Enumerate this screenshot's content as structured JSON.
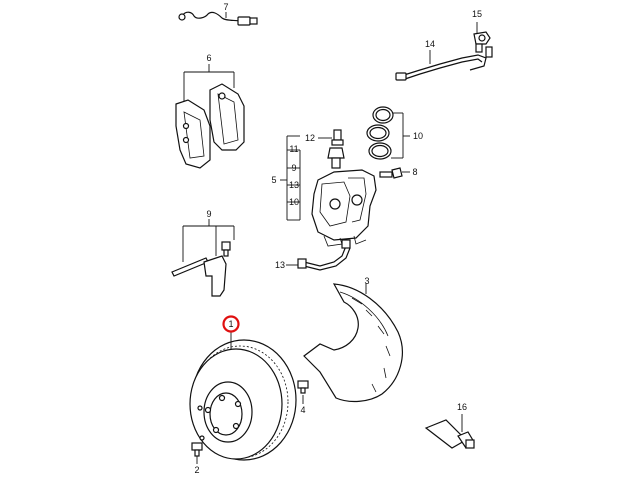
{
  "callouts": {
    "c1": "1",
    "c2": "2",
    "c3": "3",
    "c4": "4",
    "c5": "5",
    "c6": "6",
    "c7": "7",
    "c8": "8",
    "c9a": "9",
    "c9b": "9",
    "c10a": "10",
    "c10b": "10",
    "c11": "11",
    "c12": "12",
    "c13a": "13",
    "c13b": "13",
    "c14": "14",
    "c15": "15",
    "c16": "16"
  },
  "colors": {
    "line": "#111111",
    "highlight": "#e01010",
    "background": "#ffffff"
  }
}
